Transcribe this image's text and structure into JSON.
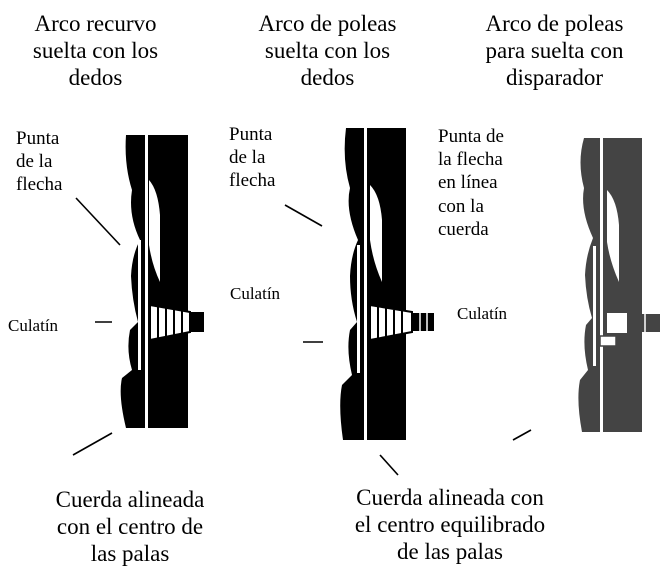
{
  "columns": [
    {
      "title": "Arco recurvo\nsuelta con los\ndedos",
      "tip_label": "Punta\nde la\nflecha",
      "nock_label": "Culatín",
      "bottom_label": "Cuerda alineada\ncon el centro de\nlas palas",
      "bow_color": "#000000"
    },
    {
      "title": "Arco de poleas\nsuelta con los\ndedos",
      "tip_label": "Punta\nde la\nflecha",
      "nock_label": "Culatín",
      "bottom_label": "Cuerda alineada con\nel centro equilibrado\nde las palas",
      "bow_color": "#000000"
    },
    {
      "title": "Arco de poleas\npara suelta con\ndisparador",
      "tip_label": "Punta de\nla flecha\nen línea\ncon la\ncuerda",
      "nock_label": "Culatín",
      "bow_color": "#444444"
    }
  ]
}
